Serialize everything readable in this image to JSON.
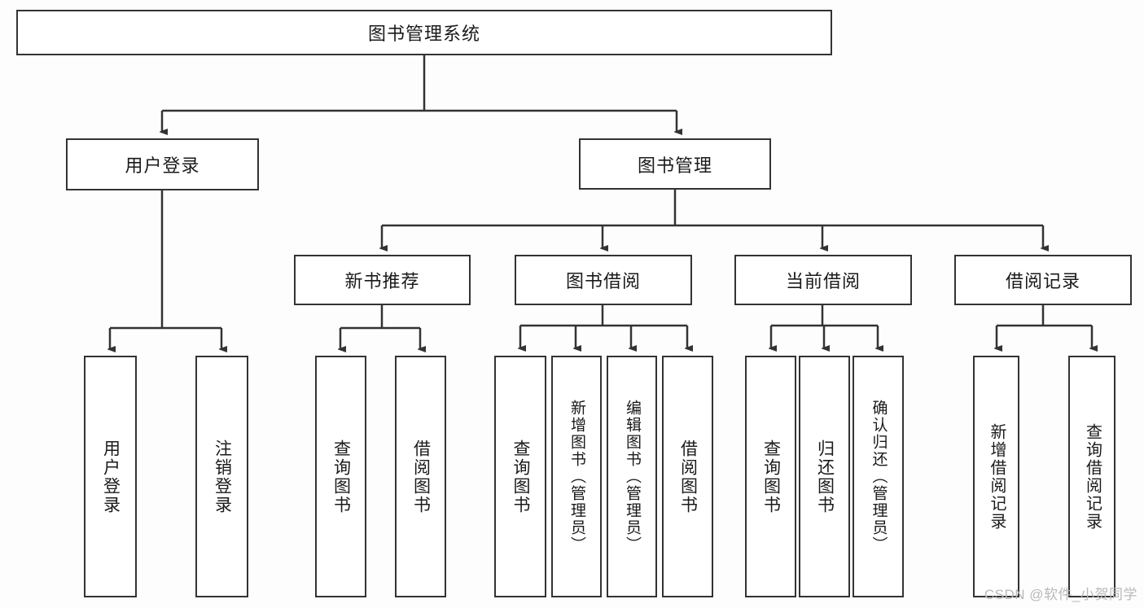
{
  "diagram": {
    "type": "tree-hierarchy",
    "title": "图书管理系统",
    "root": {
      "label": "图书管理系统"
    },
    "level1": [
      {
        "id": "user-login",
        "label": "用户登录"
      },
      {
        "id": "book-management",
        "label": "图书管理"
      }
    ],
    "level2": [
      {
        "id": "new-book-recommend",
        "label": "新书推荐",
        "parent": "book-management"
      },
      {
        "id": "book-borrow",
        "label": "图书借阅",
        "parent": "book-management"
      },
      {
        "id": "current-borrow",
        "label": "当前借阅",
        "parent": "book-management"
      },
      {
        "id": "borrow-record",
        "label": "借阅记录",
        "parent": "book-management"
      }
    ],
    "leaves": [
      {
        "id": "leaf-user-login",
        "label": "用户登录",
        "parent": "user-login"
      },
      {
        "id": "leaf-user-logout",
        "label": "注销登录",
        "parent": "user-login"
      },
      {
        "id": "leaf-query-book-1",
        "label": "查询图书",
        "parent": "new-book-recommend"
      },
      {
        "id": "leaf-borrow-book-1",
        "label": "借阅图书",
        "parent": "new-book-recommend"
      },
      {
        "id": "leaf-query-book-2",
        "label": "查询图书",
        "parent": "book-borrow"
      },
      {
        "id": "leaf-add-book",
        "label": "新增图书（管理员）",
        "parent": "book-borrow"
      },
      {
        "id": "leaf-edit-book",
        "label": "编辑图书（管理员）",
        "parent": "book-borrow"
      },
      {
        "id": "leaf-borrow-book-2",
        "label": "借阅图书",
        "parent": "book-borrow"
      },
      {
        "id": "leaf-query-book-3",
        "label": "查询图书",
        "parent": "current-borrow"
      },
      {
        "id": "leaf-return-book",
        "label": "归还图书",
        "parent": "current-borrow"
      },
      {
        "id": "leaf-confirm-return",
        "label": "确认归还（管理员）",
        "parent": "current-borrow"
      },
      {
        "id": "leaf-add-record",
        "label": "新增借阅记录",
        "parent": "borrow-record"
      },
      {
        "id": "leaf-query-record",
        "label": "查询借阅记录",
        "parent": "borrow-record"
      }
    ],
    "colors": {
      "border": "#333333",
      "box_fill": "#ffffff",
      "background": "#fdfdfd",
      "text": "#1a1a1a",
      "watermark": "#b9b9b9"
    }
  },
  "watermark": {
    "text": "CSDN @软件_小贺同学"
  }
}
